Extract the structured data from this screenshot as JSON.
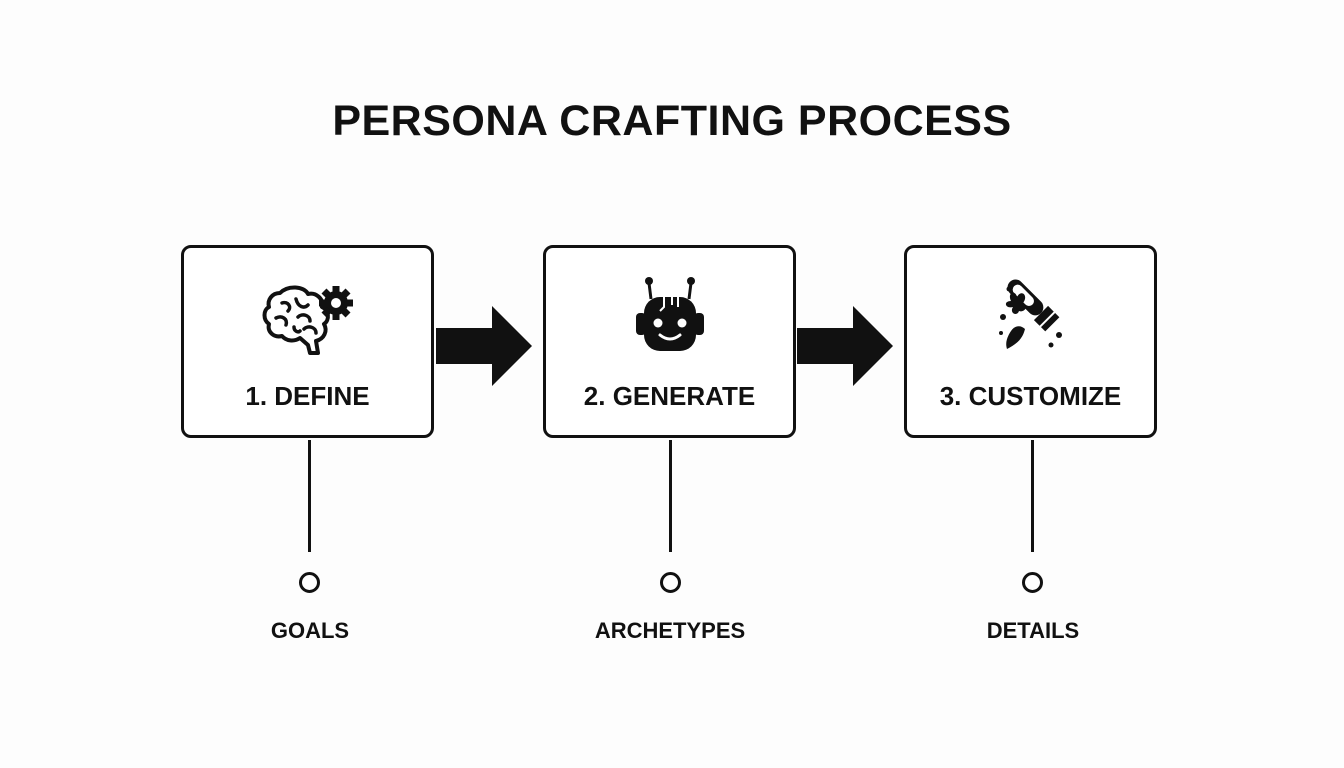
{
  "diagram": {
    "title": "PERSONA CRAFTING PROCESS",
    "steps": [
      {
        "label": "1. DEFINE",
        "icon": "brain-gear-icon",
        "sub_label": "GOALS"
      },
      {
        "label": "2. GENERATE",
        "icon": "robot-icon",
        "sub_label": "ARCHETYPES"
      },
      {
        "label": "3. CUSTOMIZE",
        "icon": "paintbrush-splash-icon",
        "sub_label": "DETAILS"
      }
    ],
    "colors": {
      "stroke": "#111111",
      "background": "#fdfdfd"
    }
  }
}
